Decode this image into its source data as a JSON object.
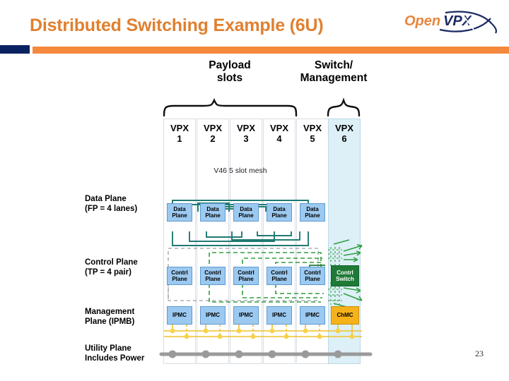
{
  "header": {
    "title": "Distributed Switching Example (6U)",
    "logo": {
      "part1": "Open",
      "part2": "VPX",
      "alt": "openvpx-logo"
    },
    "title_color": "#E08030",
    "accent_orange": "#F4883C",
    "accent_navy": "#0A2260"
  },
  "footer": {
    "page_number": "23"
  },
  "diagram": {
    "groups": [
      {
        "id": "payload",
        "label": "Payload\nslots",
        "line1": "Payload",
        "line2": "slots"
      },
      {
        "id": "switch",
        "label": "Switch/\nManagement",
        "line1": "Switch/",
        "line2": "Management"
      }
    ],
    "slots": [
      {
        "line1": "VPX",
        "line2": "1",
        "highlight": false
      },
      {
        "line1": "VPX",
        "line2": "2",
        "highlight": false
      },
      {
        "line1": "VPX",
        "line2": "3",
        "highlight": false
      },
      {
        "line1": "VPX",
        "line2": "4",
        "highlight": false
      },
      {
        "line1": "VPX",
        "line2": "5",
        "highlight": false
      },
      {
        "line1": "VPX",
        "line2": "6",
        "highlight": true
      }
    ],
    "mesh_caption": "V46 5 slot mesh",
    "rows": [
      {
        "id": "data-plane",
        "label_line1": "Data Plane",
        "label_line2": "(FP = 4 lanes)",
        "boxes": [
          "Data Plane",
          "Data Plane",
          "Data Plane",
          "Data Plane",
          "Data Plane"
        ],
        "box_line1": "Data",
        "box_line2": "Plane",
        "link_color": "#1F7A72"
      },
      {
        "id": "control-plane",
        "label_line1": "Control Plane",
        "label_line2": "(TP = 4 pair)",
        "boxes": [
          "Contrl Plane",
          "Contrl Plane",
          "Contrl Plane",
          "Contrl Plane",
          "Contrl Plane"
        ],
        "box_line1": "Contrl",
        "box_line2": "Plane",
        "switch_line1": "Contrl",
        "switch_line2": "Switch",
        "link_color": "#2E9E3E"
      },
      {
        "id": "management-plane",
        "label_line1": "Management",
        "label_line2": "Plane (IPMB)",
        "boxes": [
          "IPMC",
          "IPMC",
          "IPMC",
          "IPMC",
          "IPMC"
        ],
        "box_label": "IPMC",
        "controller_label": "ChMC",
        "link_color": "#F2C029"
      },
      {
        "id": "utility-plane",
        "label_line1": "Utility Plane",
        "label_line2": "Includes Power",
        "link_color": "#9A9A9A"
      }
    ],
    "colors": {
      "box_blue": "#9CC9F0",
      "box_blue_border": "#5E9BD0",
      "switch_green": "#1E7A36",
      "chmc_orange": "#F5B21A",
      "slot_highlight": "#DDF0F7",
      "mesh_teal": "#1F7A72"
    }
  }
}
